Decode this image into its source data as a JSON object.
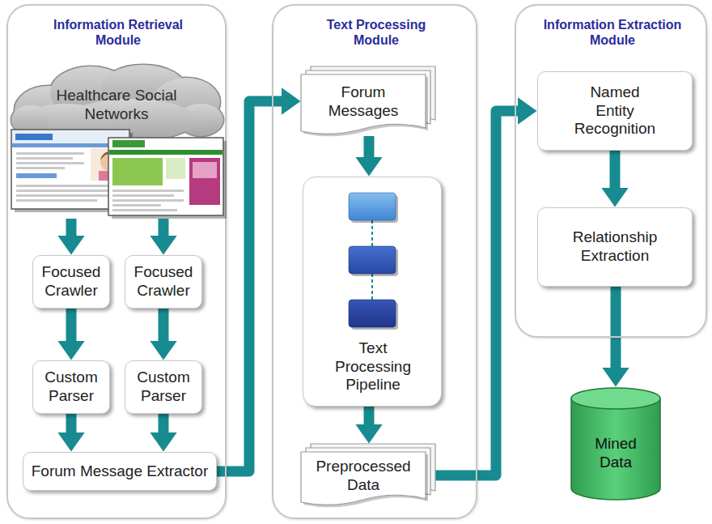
{
  "diagram": {
    "nodes": [
      {
        "text": [
          "Information Retrieval Module"
        ]
      },
      {
        "text": [
          "Healthcare Social Networks"
        ],
        "in": 0
      },
      {
        "text": [
          "Focused Crawler"
        ],
        "in": 0
      },
      {
        "text": [
          "Focused Crawler"
        ],
        "in": 0
      },
      {
        "text": [
          "Custom Parser"
        ],
        "in": 0
      },
      {
        "text": [
          "Custom Parser"
        ],
        "in": 0
      },
      {
        "text": [
          "Forum Message Extractor"
        ],
        "in": 0
      },
      {
        "text": [
          "Text Processing Module"
        ]
      },
      {
        "text": [
          "Forum Messages"
        ],
        "in": 7
      },
      {
        "text": [
          "Text Processing Pipeline"
        ],
        "in": 7
      },
      {
        "text": [
          "Preprocessed Data"
        ],
        "in": 7
      },
      {
        "text": [
          "Information Extraction Module"
        ]
      },
      {
        "text": [
          "Named Entity Recognition"
        ],
        "in": 11
      },
      {
        "text": [
          "Relationship Extraction"
        ],
        "in": 11
      },
      {
        "text": [
          "Mined Data"
        ],
        "in": 11
      }
    ],
    "edges": [
      {
        "from": 1,
        "to": 2,
        "arrow": "to"
      },
      {
        "from": 1,
        "to": 3,
        "arrow": "to"
      },
      {
        "from": 2,
        "to": 4,
        "arrow": "to"
      },
      {
        "from": 3,
        "to": 5,
        "arrow": "to"
      },
      {
        "from": 4,
        "to": 6,
        "arrow": "to"
      },
      {
        "from": 5,
        "to": 6,
        "arrow": "to"
      },
      {
        "from": 6,
        "to": 8,
        "arrow": "to"
      },
      {
        "from": 8,
        "to": 9,
        "arrow": "to"
      },
      {
        "from": 9,
        "to": 10,
        "arrow": "to"
      },
      {
        "from": 10,
        "to": 12,
        "arrow": "to"
      },
      {
        "from": 12,
        "to": 13,
        "arrow": "to"
      },
      {
        "from": 13,
        "to": 14,
        "arrow": "to"
      }
    ]
  }
}
